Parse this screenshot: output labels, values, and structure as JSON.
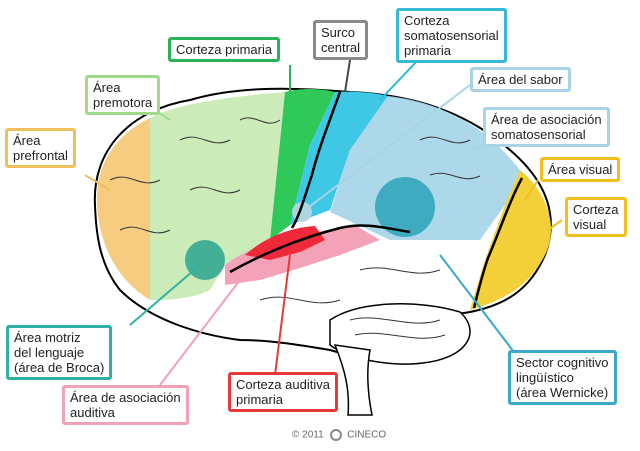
{
  "labels": {
    "corteza_primaria": [
      "Corteza primaria"
    ],
    "surco_central": [
      "Surco",
      "central"
    ],
    "corteza_somatosensorial": [
      "Corteza",
      "somatosensorial",
      "primaria"
    ],
    "area_premotora": [
      "Área",
      "premotora"
    ],
    "area_sabor": [
      "Área del sabor"
    ],
    "area_prefrontal": [
      "Área",
      "prefrontal"
    ],
    "area_asociacion_somatosensorial": [
      "Área de asociación",
      "somatosensorial"
    ],
    "area_visual": [
      "Área visual"
    ],
    "corteza_visual": [
      "Corteza",
      "visual"
    ],
    "area_motriz_lenguaje": [
      "Área motriz",
      "del lenguaje",
      "(área de Broca)"
    ],
    "sector_cognitivo": [
      "Sector cognitivo",
      "lingüístico",
      "(área Wernicke)"
    ],
    "area_asociacion_auditiva": [
      "Área de asociación",
      "auditiva"
    ],
    "corteza_auditiva": [
      "Corteza auditiva",
      "primaria"
    ]
  },
  "copyright": {
    "prefix": "© 2011",
    "brand": "CINECO"
  },
  "colors": {
    "prefrontal": "#f5c97a",
    "premotora": "#c8ebb4",
    "motora": "#2fc95a",
    "somatosensorial": "#3ec8e6",
    "asociacion_somatosensorial": "#a9d6e8",
    "visual": "#f3cf3a",
    "auditiva": "#ee2a3a",
    "asociacion_auditiva": "#f3a2b8",
    "broca": "#2ca58d",
    "wernicke": "#2aa3b8"
  }
}
